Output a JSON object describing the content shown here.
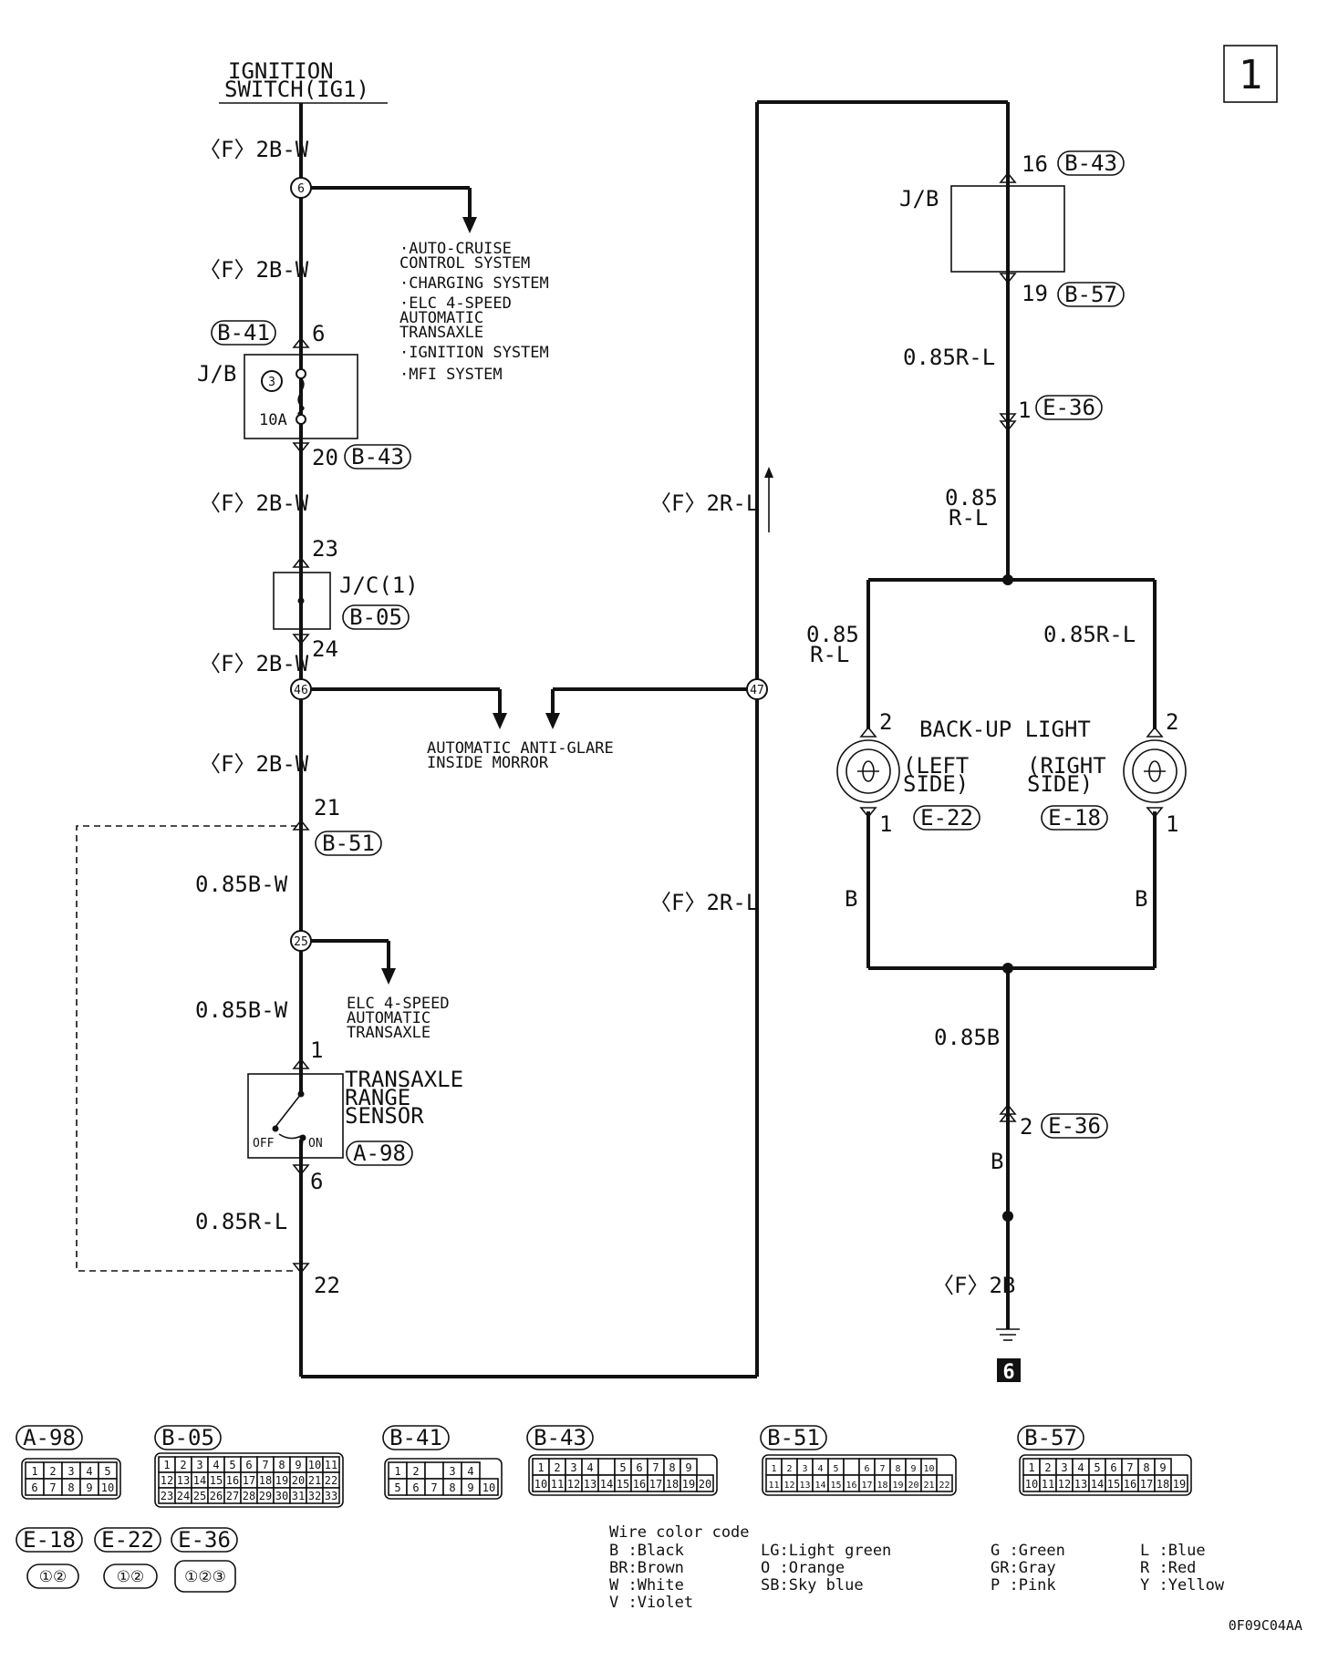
{
  "page_number": "1",
  "ignition": {
    "line1": "IGNITION",
    "line2": "SWITCH(IG1)"
  },
  "wires": {
    "w_f2bw_a": "〈F〉2B-W",
    "w_f2bw_b": "〈F〉2B-W",
    "w_f2bw_c": "〈F〉2B-W",
    "w_f2bw_d": "〈F〉2B-W",
    "w_f2bw_e": "〈F〉2B-W",
    "w_085bw_a": "0.85B-W",
    "w_085bw_b": "0.85B-W",
    "w_085rl_left": "0.85R-L",
    "w_f2rl_a": "〈F〉2R-L",
    "w_f2rl_b": "〈F〉2R-L",
    "w_085rl_top": "0.85R-L",
    "w_085_mid_1": "0.85",
    "w_085_mid_2": "R-L",
    "w_085_left_1": "0.85",
    "w_085_left_2": "R-L",
    "w_085rl_right": "0.85R-L",
    "w_b_left": "B",
    "w_b_right": "B",
    "w_085b": "0.85B",
    "w_b_ground": "B",
    "w_f2b": "〈F〉2B"
  },
  "splices": [
    "6",
    "46",
    "25",
    "47"
  ],
  "branch_list_1": [
    "·AUTO-CRUISE",
    " CONTROL SYSTEM",
    "·CHARGING SYSTEM",
    "·ELC 4-SPEED",
    " AUTOMATIC",
    " TRANSAXLE",
    "·IGNITION SYSTEM",
    "·MFI SYSTEM"
  ],
  "mirror_label": {
    "line1": "AUTOMATIC ANTI-GLARE",
    "line2": "INSIDE MORROR"
  },
  "elc_label": {
    "line1": "ELC 4-SPEED",
    "line2": "AUTOMATIC",
    "line3": "TRANSAXLE"
  },
  "jb_left": {
    "name": "J/B",
    "fuse_no": "3",
    "fuse_rating": "10A",
    "pin_in": "6",
    "pin_out": "20",
    "conn_in": "B-41",
    "conn_out": "B-43"
  },
  "jc": {
    "name": "J/C(1)",
    "conn": "B-05",
    "pin_in": "23",
    "pin_out": "24"
  },
  "b51": {
    "conn": "B-51",
    "pin_a": "21",
    "pin_b": "22"
  },
  "sensor": {
    "line1": "TRANSAXLE",
    "line2": "RANGE",
    "line3": "SENSOR",
    "conn": "A-98",
    "pin_in": "1",
    "pin_out": "6",
    "off": "OFF",
    "on": "ON"
  },
  "jb_right": {
    "name": "J/B",
    "pin_in": "16",
    "conn_in": "B-43",
    "pin_out": "19",
    "conn_out": "B-57"
  },
  "e36": {
    "conn": "E-36",
    "pin_top": "1",
    "pin_bottom": "2"
  },
  "backup": {
    "title": "BACK-UP LIGHT",
    "left_1": "(LEFT",
    "left_2": " SIDE)",
    "right_1": "(RIGHT",
    "right_2": " SIDE)",
    "left_conn": "E-22",
    "right_conn": "E-18",
    "pin2_left": "2",
    "pin1_left": "1",
    "pin2_right": "2",
    "pin1_right": "1"
  },
  "ground_no": "6",
  "connectors": {
    "a98": {
      "name": "A-98",
      "row1": [
        "1",
        "2",
        "3",
        "4",
        "5"
      ],
      "row2": [
        "6",
        "7",
        "8",
        "9",
        "10"
      ]
    },
    "b05": {
      "name": "B-05",
      "row1": [
        "1",
        "2",
        "3",
        "4",
        "5",
        "6",
        "7",
        "8",
        "9",
        "10",
        "11"
      ],
      "row2": [
        "12",
        "13",
        "14",
        "15",
        "16",
        "17",
        "18",
        "19",
        "20",
        "21",
        "22"
      ],
      "row3": [
        "23",
        "24",
        "25",
        "26",
        "27",
        "28",
        "29",
        "30",
        "31",
        "32",
        "33"
      ]
    },
    "b41": {
      "name": "B-41",
      "row1": [
        "1",
        "2",
        "",
        "3",
        "4"
      ],
      "row2": [
        "5",
        "6",
        "7",
        "8",
        "9",
        "10"
      ]
    },
    "b43": {
      "name": "B-43",
      "row1": [
        "1",
        "2",
        "3",
        "4",
        "",
        "5",
        "6",
        "7",
        "8",
        "9"
      ],
      "row2": [
        "10",
        "11",
        "12",
        "13",
        "14",
        "15",
        "16",
        "17",
        "18",
        "19",
        "20"
      ]
    },
    "b51": {
      "name": "B-51",
      "row1": [
        "1",
        "2",
        "3",
        "4",
        "5",
        "",
        "6",
        "7",
        "8",
        "9",
        "10"
      ],
      "row2": [
        "11",
        "12",
        "13",
        "14",
        "15",
        "16",
        "17",
        "18",
        "19",
        "20",
        "21",
        "22"
      ]
    },
    "b57": {
      "name": "B-57",
      "row1": [
        "1",
        "2",
        "3",
        "4",
        "5",
        "6",
        "7",
        "8",
        "9"
      ],
      "row2": [
        "10",
        "11",
        "12",
        "13",
        "14",
        "15",
        "16",
        "17",
        "18",
        "19"
      ]
    },
    "e18": {
      "name": "E-18",
      "pins": "①②"
    },
    "e22": {
      "name": "E-22",
      "pins": "①②"
    },
    "e36": {
      "name": "E-36",
      "pins": "①②③"
    }
  },
  "color_code": {
    "title": "Wire color code",
    "col1": [
      "B :Black",
      "BR:Brown",
      "W :White",
      "V :Violet"
    ],
    "col2": [
      "LG:Light green",
      "O :Orange",
      "SB:Sky blue"
    ],
    "col3": [
      "G :Green",
      "GR:Gray",
      "P :Pink"
    ],
    "col4": [
      "L :Blue",
      "R :Red",
      "Y :Yellow"
    ]
  },
  "figure_id": "0F09C04AA"
}
